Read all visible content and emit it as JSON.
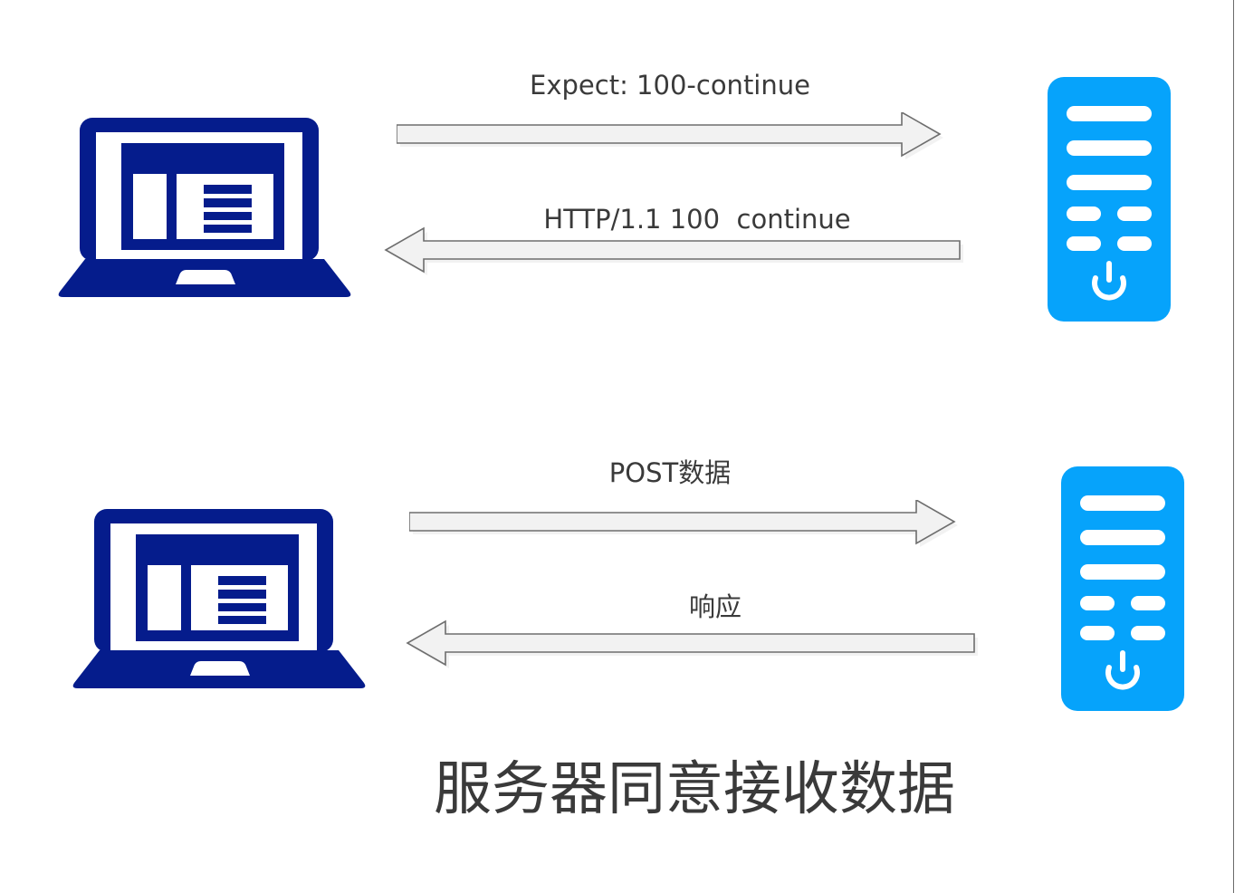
{
  "diagram": {
    "title_caption": "服务器同意接收数据",
    "background_color": "#ffffff",
    "text_color": "#3a3a3a",
    "client_color": "#051c8c",
    "server_color": "#06a3fb",
    "arrow_fill": "#f2f2f2",
    "arrow_stroke": "#6e6e6e",
    "border_color": "#6b6b6b"
  },
  "nodes": [
    {
      "id": "client-top",
      "type": "laptop-icon",
      "name": "client-laptop-top",
      "color": "#051c8c"
    },
    {
      "id": "server-top",
      "type": "server-icon",
      "name": "server-top",
      "color": "#06a3fb"
    },
    {
      "id": "client-bottom",
      "type": "laptop-icon",
      "name": "client-laptop-bottom",
      "color": "#051c8c"
    },
    {
      "id": "server-bottom",
      "type": "server-icon",
      "name": "server-bottom",
      "color": "#06a3fb"
    }
  ],
  "messages": [
    {
      "id": "msg-1",
      "label": "Expect: 100-continue",
      "direction": "right",
      "from": "client-top",
      "to": "server-top"
    },
    {
      "id": "msg-2",
      "label": "HTTP/1.1 100  continue",
      "direction": "left",
      "from": "server-top",
      "to": "client-top"
    },
    {
      "id": "msg-3",
      "label": "POST数据",
      "direction": "right",
      "from": "client-bottom",
      "to": "server-bottom"
    },
    {
      "id": "msg-4",
      "label": "响应",
      "direction": "left",
      "from": "server-bottom",
      "to": "client-bottom"
    }
  ]
}
